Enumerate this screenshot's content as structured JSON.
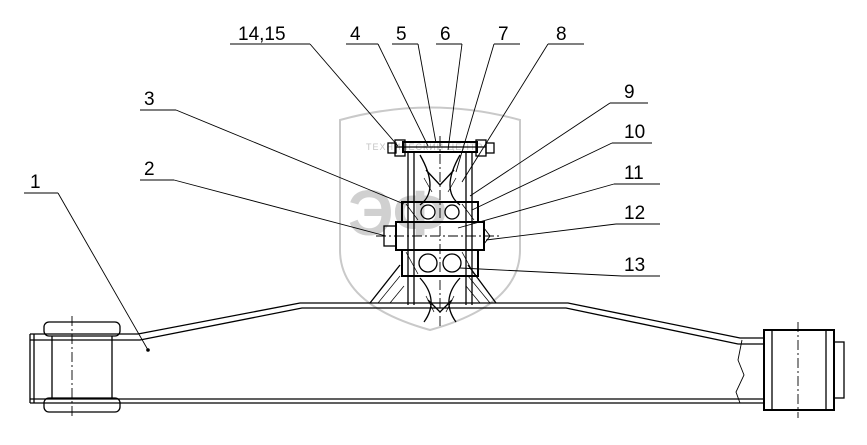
{
  "labels": {
    "l1": "1",
    "l2": "2",
    "l3": "3",
    "l4": "4",
    "l5": "5",
    "l6": "6",
    "l7": "7",
    "l8": "8",
    "l9": "9",
    "l10": "10",
    "l11": "11",
    "l12": "12",
    "l13": "13",
    "l1415": "14,15"
  },
  "watermark": {
    "top_text": "ТЕХНИЧЕСКИЙ ЦЕНТР",
    "logo_text": "ЭФ"
  }
}
